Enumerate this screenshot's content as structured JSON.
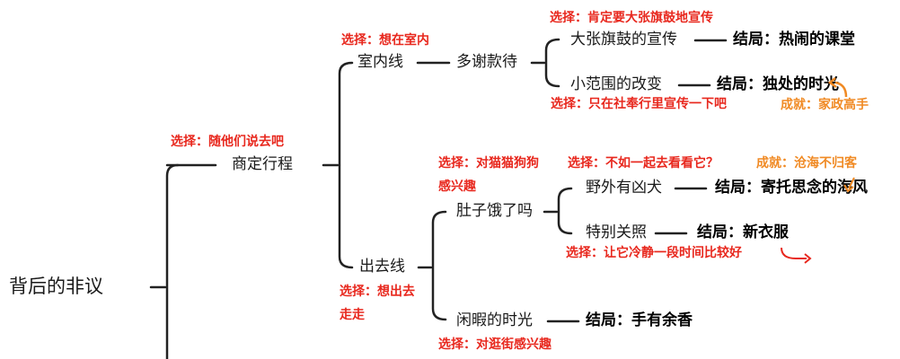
{
  "diagram": {
    "root": "背后的非议",
    "level1": {
      "plan": "商定行程",
      "plan_choice": "选择：随他们说去吧"
    },
    "indoor": {
      "label": "室内线",
      "choice": "选择：想在室内",
      "node": "多谢款待",
      "branch_a": {
        "choice": "选择：肯定要大张旗鼓地宣传",
        "label": "大张旗鼓的宣传",
        "ending": "结局：热闹的课堂"
      },
      "branch_b": {
        "label": "小范围的改变",
        "ending": "结局：独处的时光",
        "choice": "选择：只在社奉行里宣传一下吧",
        "achievement": "成就：家政高手"
      }
    },
    "outdoor": {
      "label": "出去线",
      "choice_line1": "选择：想出去",
      "choice_line2": "走走",
      "hungry": {
        "label": "肚子饿了吗",
        "choice_line1": "选择：对猫猫狗狗",
        "choice_line2": "感兴趣",
        "choice_top": "选择：不如一起去看看它？",
        "achievement": "成就：沧海不归客",
        "wild": {
          "label": "野外有凶犬",
          "ending": "结局：寄托思念的海风"
        },
        "special": {
          "label": "特别关照",
          "ending": "结局：新衣服",
          "choice": "选择：让它冷静一段时间比较好"
        }
      },
      "leisure": {
        "label": "闲暇的时光",
        "ending": "结局：手有余香",
        "choice": "选择：对逛街感兴趣"
      }
    }
  }
}
